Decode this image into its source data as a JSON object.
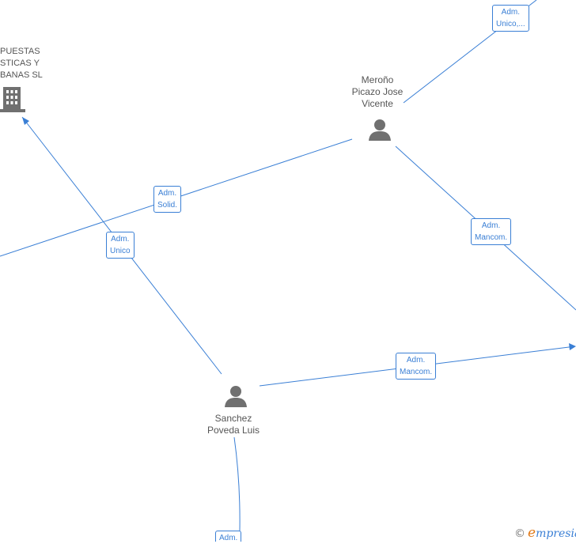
{
  "nodes": {
    "company": {
      "name_lines": [
        "PUESTAS",
        "STICAS Y",
        "BANAS SL"
      ],
      "icon": "building-icon"
    },
    "merono": {
      "name_lines": [
        "Meroño",
        "Picazo Jose",
        "Vicente"
      ],
      "icon": "person-icon"
    },
    "sanchez": {
      "name_lines": [
        "Sanchez",
        "Poveda Luis"
      ],
      "icon": "person-icon"
    }
  },
  "edge_labels": {
    "top_right": [
      "Adm.",
      "Unico,..."
    ],
    "solid": [
      "Adm.",
      "Solid."
    ],
    "unico": [
      "Adm.",
      "Unico"
    ],
    "mancom_upper": [
      "Adm.",
      "Mancom."
    ],
    "mancom_lower": [
      "Adm.",
      "Mancom."
    ],
    "bottom": [
      "Adm."
    ]
  },
  "brand": {
    "copyright": "©",
    "initial": "e",
    "rest": "mpresia"
  },
  "colors": {
    "edge": "#3a7fd5",
    "node_text": "#555555",
    "icon": "#707070",
    "brand_accent": "#e07a1a"
  }
}
